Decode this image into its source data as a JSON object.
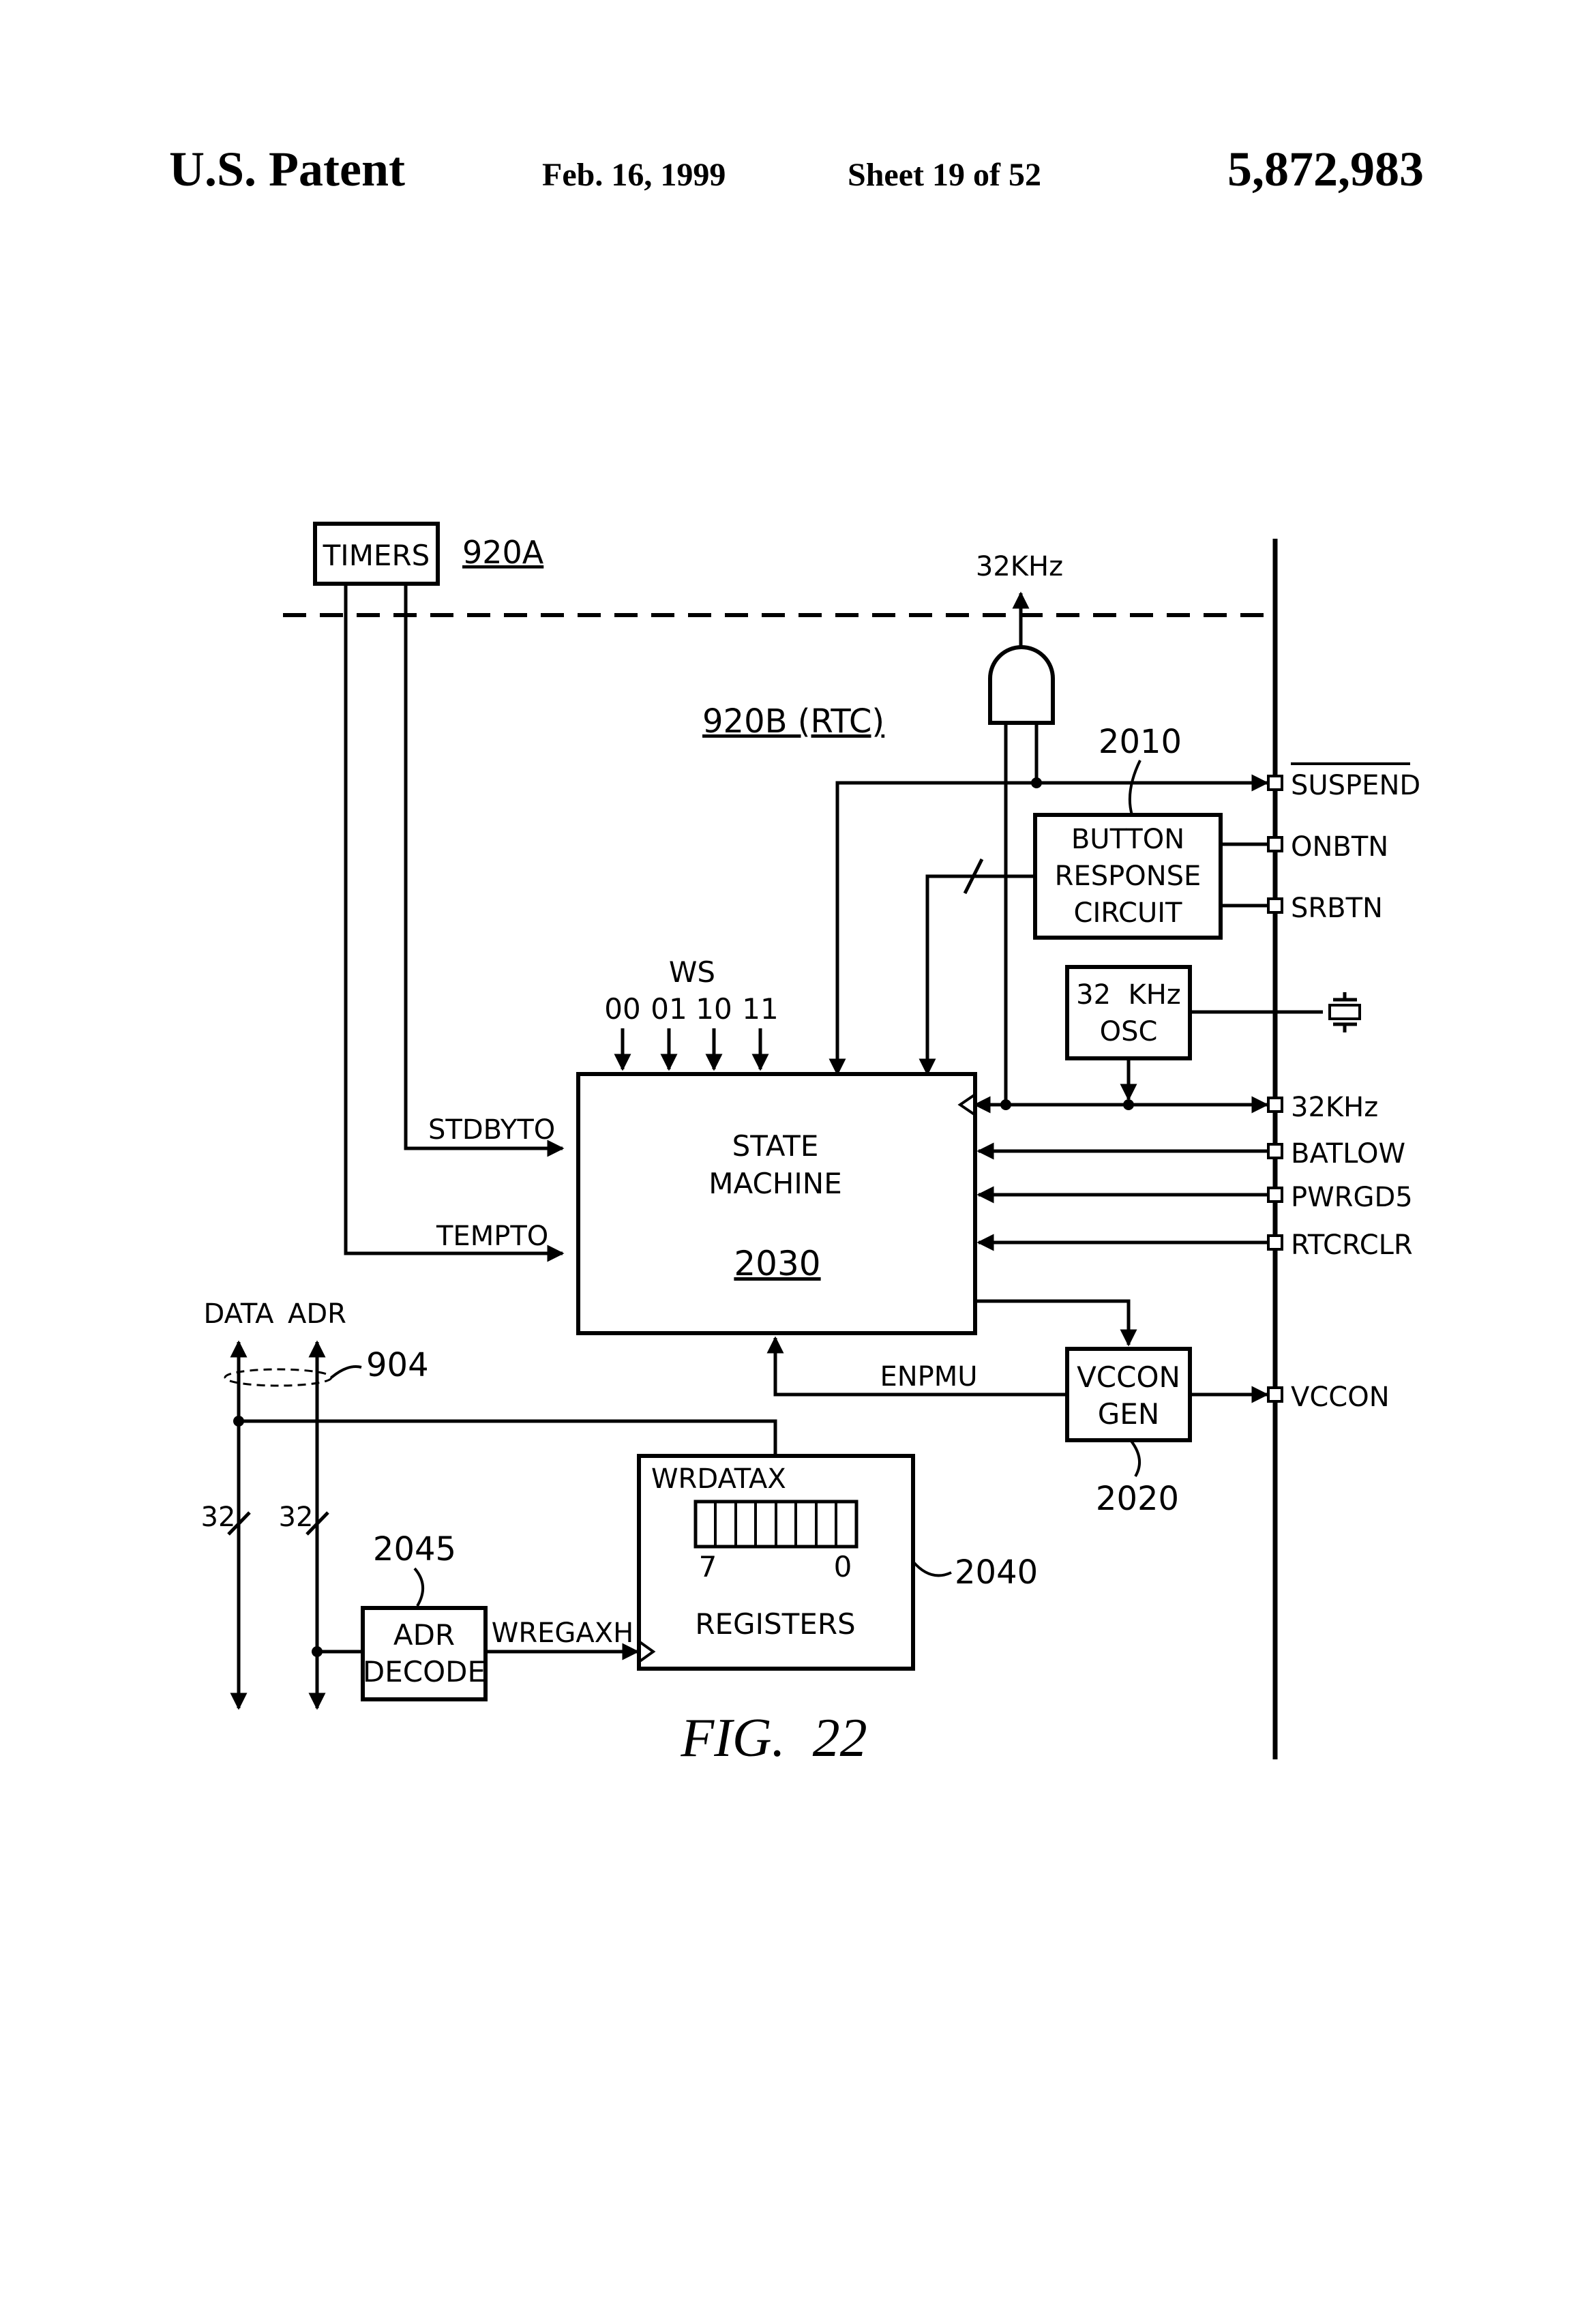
{
  "header": {
    "left": "U.S. Patent",
    "date": "Feb. 16, 1999",
    "sheet": "Sheet 19 of 52",
    "number": "5,872,983"
  },
  "diagram": {
    "timers": {
      "label": "TIMERS",
      "ref": "920A"
    },
    "rtc_ref": "920B (RTC)",
    "clock_out": "32KHz",
    "button": {
      "lines": [
        "BUTTON",
        "RESPONSE",
        "CIRCUIT"
      ],
      "ref": "2010"
    },
    "osc": {
      "lines": [
        "32  KHz",
        "OSC"
      ]
    },
    "ws": {
      "label": "WS",
      "inputs": [
        "00",
        "01",
        "10",
        "11"
      ]
    },
    "state_machine": {
      "lines": [
        "STATE",
        "MACHINE"
      ],
      "ref": "2030"
    },
    "signals": {
      "stdbyto": "STDBYTO",
      "tempto": "TEMPTO",
      "enpmu": "ENPMU",
      "wregaxh": "WREGAXH",
      "wrdatax": "WRDATAX"
    },
    "bus": {
      "data": "DATA",
      "adr": "ADR",
      "ref": "904",
      "width_data": "32",
      "width_adr": "32"
    },
    "vccon_gen": {
      "lines": [
        "VCCON",
        "GEN"
      ],
      "ref": "2020"
    },
    "registers": {
      "label": "REGISTERS",
      "ref": "2040",
      "bit_hi": "7",
      "bit_lo": "0"
    },
    "adr_decode": {
      "lines": [
        "ADR",
        "DECODE"
      ],
      "ref": "2045"
    },
    "pins": [
      "SUSPEND",
      "ONBTN",
      "SRBTN",
      "32KHz",
      "BATLOW",
      "PWRGD5",
      "RTCRCLR",
      "VCCON"
    ],
    "caption": "FIG.  22"
  }
}
